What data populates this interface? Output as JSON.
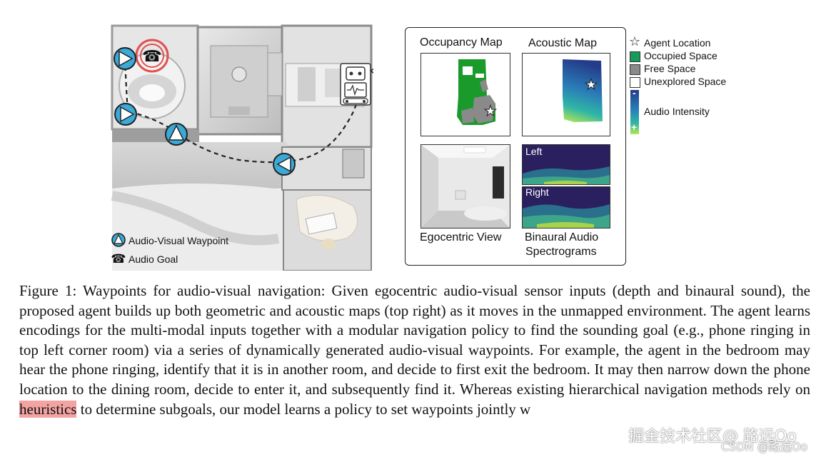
{
  "figure": {
    "floorplan_legend": {
      "waypoint_label": "Audio-Visual Waypoint",
      "goal_label": "Audio Goal"
    },
    "inset": {
      "occupancy_title": "Occupancy Map",
      "acoustic_title": "Acoustic Map",
      "egocentric_title": "Egocentric View",
      "binaural_title_line1": "Binaural Audio",
      "binaural_title_line2": "Spectrograms",
      "spec_left_label": "Left",
      "spec_right_label": "Right"
    },
    "map_legend": {
      "agent_location": "Agent Location",
      "occupied_space": "Occupied Space",
      "free_space": "Free Space",
      "unexplored_space": "Unexplored Space",
      "audio_intensity": "Audio Intensity",
      "minus_sign": "-",
      "plus_sign": "+"
    },
    "colors": {
      "occupied": "#1a9a2a",
      "free": "#8a8a8a",
      "waypoint_fill": "#3aaad8",
      "goal_ring": "#e05050",
      "highlight": "#f4a3a3"
    }
  },
  "caption": {
    "text_before": "Figure 1: Waypoints for audio-visual navigation: Given egocentric audio-visual sensor inputs (depth and binaural sound), the proposed agent builds up both geometric and acoustic maps (top right) as it moves in the unmapped environment. The agent learns encodings for the multi-modal inputs together with a modular navigation policy to find the sounding goal (e.g., phone ringing in top left corner room) via a series of dynamically generated audio-visual waypoints. For example, the agent in the bedroom may hear the phone ringing, identify that it is in another room, and decide to first exit the bedroom. It may then narrow down the phone location to the dining room, decide to enter it, and subsequently find it. Whereas existing hierarchical navigation methods rely on ",
    "highlighted": "heuristics",
    "text_after": " to determine subgoals, our model learns a policy to set waypoints jointly w"
  },
  "watermarks": {
    "primary": "掘金技术社区@ 路远Oo",
    "secondary": "CSDN @路远Oo"
  }
}
